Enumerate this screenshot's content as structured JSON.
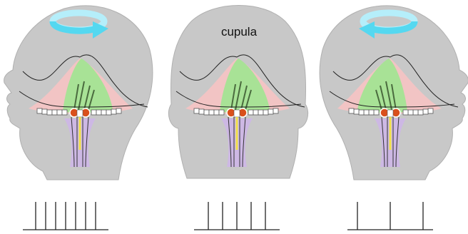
{
  "center_label": "cupula",
  "colors": {
    "head": "#c8c8c8",
    "head_stroke": "#b0b0b0",
    "cupula_green": "#a8e296",
    "cupula_pink": "#f2c4c4",
    "nerve_purple": "#cdb8e4",
    "nerve_yellow": "#f3e24a",
    "hair_cell_red": "#d9501c",
    "arrow_cyan": "#55d8f0",
    "arrow_cyan_light": "#b5eefa",
    "line": "#222222"
  },
  "panels": [
    {
      "id": "left",
      "direction": "clockwise",
      "head_facing": "left",
      "spike_count": 7
    },
    {
      "id": "center",
      "direction": "none",
      "head_facing": "front",
      "spike_count": 5
    },
    {
      "id": "right",
      "direction": "counterclockwise",
      "head_facing": "right",
      "spike_count": 3
    }
  ]
}
